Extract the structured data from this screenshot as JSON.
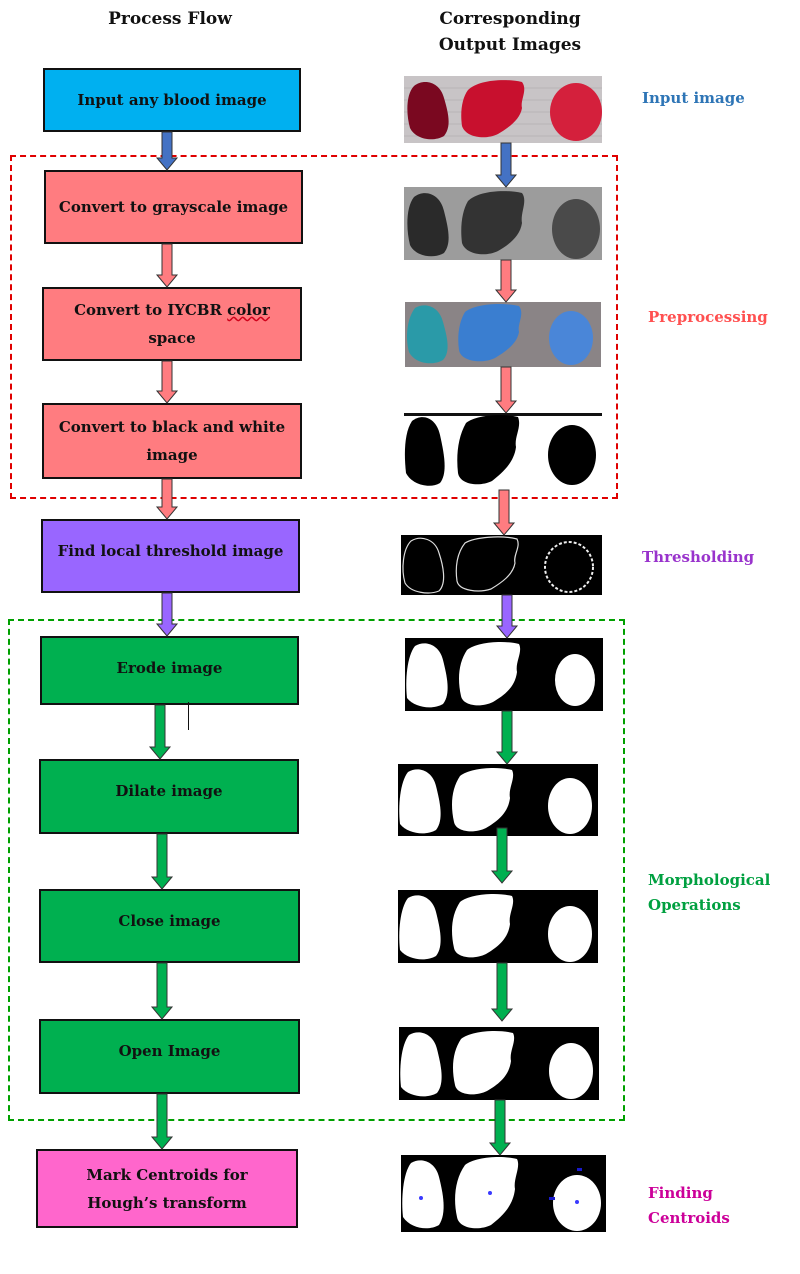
{
  "headers": {
    "process_flow": "Process Flow",
    "output_images_line1": "Corresponding",
    "output_images_line2": "Output Images"
  },
  "steps": [
    {
      "id": "input",
      "label": "Input any blood image",
      "color": "#00b0f0"
    },
    {
      "id": "grayscale",
      "label": "Convert to grayscale image",
      "color": "#ff7c80"
    },
    {
      "id": "iycbr",
      "label_main": "Convert to IYCBR ",
      "label_squiggle": "color",
      "label_line2": "space",
      "color": "#ff7c80"
    },
    {
      "id": "bw",
      "label": "Convert to black and white image",
      "color": "#ff7c80"
    },
    {
      "id": "threshold",
      "label": "Find local threshold image",
      "color": "#9966ff"
    },
    {
      "id": "erode",
      "label": "Erode image",
      "color": "#00b050"
    },
    {
      "id": "dilate",
      "label": "Dilate image",
      "color": "#00b050"
    },
    {
      "id": "close",
      "label": "Close image",
      "color": "#00b050"
    },
    {
      "id": "open",
      "label": "Open Image",
      "color": "#00b050"
    },
    {
      "id": "centroids",
      "label": "Mark Centroids for Hough’s transform",
      "color": "#ff66cc"
    }
  ],
  "stage_labels": {
    "input": {
      "text": "Input image",
      "color": "#2e75b6"
    },
    "preprocessing": {
      "text": "Preprocessing",
      "color": "#ff5050"
    },
    "thresholding": {
      "text": "Thresholding",
      "color": "#9933cc"
    },
    "morphological_line1": {
      "text": "Morphological",
      "color": "#00a040"
    },
    "morphological_line2": {
      "text": "Operations",
      "color": "#00a040"
    },
    "centroids_line1": {
      "text": "Finding",
      "color": "#cc0099"
    },
    "centroids_line2": {
      "text": "Centroids",
      "color": "#cc0099"
    }
  },
  "groups": {
    "preprocessing_border_color": "#e00000",
    "morphological_border_color": "#00a000"
  },
  "output_images": [
    {
      "id": "input",
      "desc": "Original blood sample photo, three red spots on gray slide"
    },
    {
      "id": "grayscale",
      "desc": "Grayscale version"
    },
    {
      "id": "iycbr",
      "desc": "IYCbCr color space, blue spots"
    },
    {
      "id": "bw",
      "desc": "Black and white binary"
    },
    {
      "id": "threshold",
      "desc": "Local threshold outlines"
    },
    {
      "id": "erode",
      "desc": "Eroded binary"
    },
    {
      "id": "dilate",
      "desc": "Dilated binary"
    },
    {
      "id": "close",
      "desc": "Closed binary"
    },
    {
      "id": "open",
      "desc": "Opened binary"
    },
    {
      "id": "centroids",
      "desc": "Binary with centroid markers"
    }
  ],
  "arrow_colors": {
    "blue": "#4472c4",
    "pink": "#ff7c80",
    "purple": "#9966ff",
    "green": "#00b050"
  }
}
